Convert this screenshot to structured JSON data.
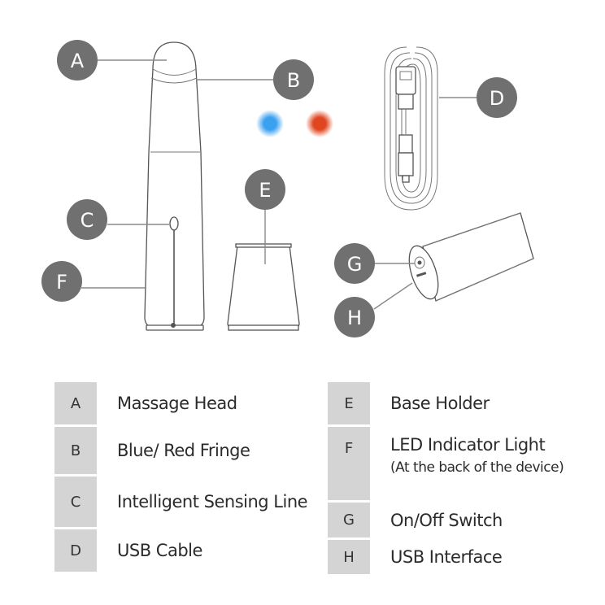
{
  "callouts": [
    {
      "letter": "A"
    },
    {
      "letter": "B"
    },
    {
      "letter": "C"
    },
    {
      "letter": "D"
    },
    {
      "letter": "E"
    },
    {
      "letter": "F"
    },
    {
      "letter": "G"
    },
    {
      "letter": "H"
    }
  ],
  "colors": {
    "callout": "#707070",
    "key_bg": "#d4d4d4",
    "blue_glow": "#3aa0f0",
    "red_glow": "#e0451f"
  },
  "legend": {
    "left": [
      {
        "key": "A",
        "text": "Massage Head"
      },
      {
        "key": "B",
        "text": "Blue/ Red Fringe"
      },
      {
        "key": "C",
        "text": "Intelligent Sensing Line"
      },
      {
        "key": "D",
        "text": "USB Cable"
      }
    ],
    "right": [
      {
        "key": "E",
        "text": "Base Holder"
      },
      {
        "key": "F",
        "text": "LED Indicator Light",
        "note": "(At the back of the device)"
      },
      {
        "key": "G",
        "text": "On/Off Switch"
      },
      {
        "key": "H",
        "text": "USB Interface"
      }
    ]
  }
}
